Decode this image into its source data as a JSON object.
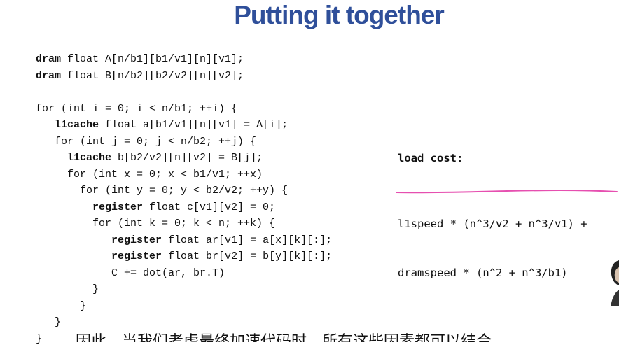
{
  "title": "Putting it together",
  "code": [
    [
      {
        "t": "dram",
        "b": true
      },
      {
        "t": " float A[n/b1][b1/v1][n][v1];"
      }
    ],
    [
      {
        "t": "dram",
        "b": true
      },
      {
        "t": " float B[n/b2][b2/v2][n][v2];"
      }
    ],
    [],
    [
      {
        "t": "for (int i = 0; i < n/b1; ++i) {"
      }
    ],
    [
      {
        "t": "   "
      },
      {
        "t": "l1cache",
        "b": true
      },
      {
        "t": " float a[b1/v1][n][v1] = A[i];"
      }
    ],
    [
      {
        "t": "   for (int j = 0; j < n/b2; ++j) {"
      }
    ],
    [
      {
        "t": "     "
      },
      {
        "t": "l1cache",
        "b": true
      },
      {
        "t": " b[b2/v2][n][v2] = B[j];"
      }
    ],
    [
      {
        "t": "     for (int x = 0; x < b1/v1; ++x)"
      }
    ],
    [
      {
        "t": "       for (int y = 0; y < b2/v2; ++y) {"
      }
    ],
    [
      {
        "t": "         "
      },
      {
        "t": "register",
        "b": true
      },
      {
        "t": " float c[v1][v2] = 0;"
      }
    ],
    [
      {
        "t": "         for (int k = 0; k < n; ++k) {"
      }
    ],
    [
      {
        "t": "            "
      },
      {
        "t": "register",
        "b": true
      },
      {
        "t": " float ar[v1] = a[x][k][:];"
      }
    ],
    [
      {
        "t": "            "
      },
      {
        "t": "register",
        "b": true
      },
      {
        "t": " float br[v2] = b[y][k][:];"
      }
    ],
    [
      {
        "t": "            C += dot(ar, br.T)"
      }
    ],
    [
      {
        "t": "         }"
      }
    ],
    [
      {
        "t": "       }"
      }
    ],
    [
      {
        "t": "   }"
      }
    ],
    [
      {
        "t": "}"
      }
    ]
  ],
  "load_cost": {
    "header": "load cost:",
    "line1": "l1speed * (n^3/v2 + n^3/v1) +",
    "line2": "dramspeed * (n^2 + n^3/b1)"
  },
  "subtitle": "因此，当我们考虑最终加速代码时，所有这些因素都可以结合",
  "colors": {
    "title": "#2f4f9a",
    "underline": "#e64fb0"
  }
}
